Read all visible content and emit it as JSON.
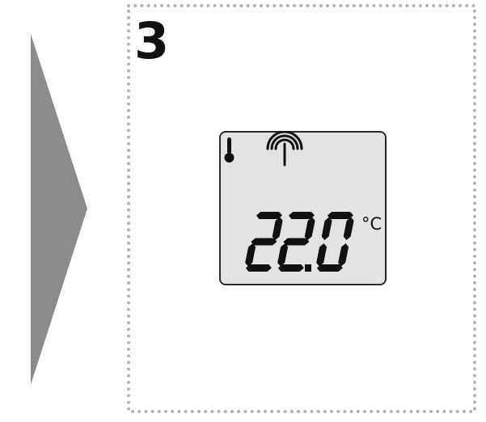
{
  "step": {
    "number": "3"
  },
  "display": {
    "reading": "22.0",
    "unit": "°C",
    "icons": [
      "thermometer-icon",
      "wireless-signal-icon"
    ]
  },
  "colors": {
    "arrow": "#8c8c8c",
    "frame_dots": "#b3b3b3",
    "lcd_background": "#e3e3e3",
    "lcd_border": "#2a2a2a",
    "segments": "#111111"
  }
}
